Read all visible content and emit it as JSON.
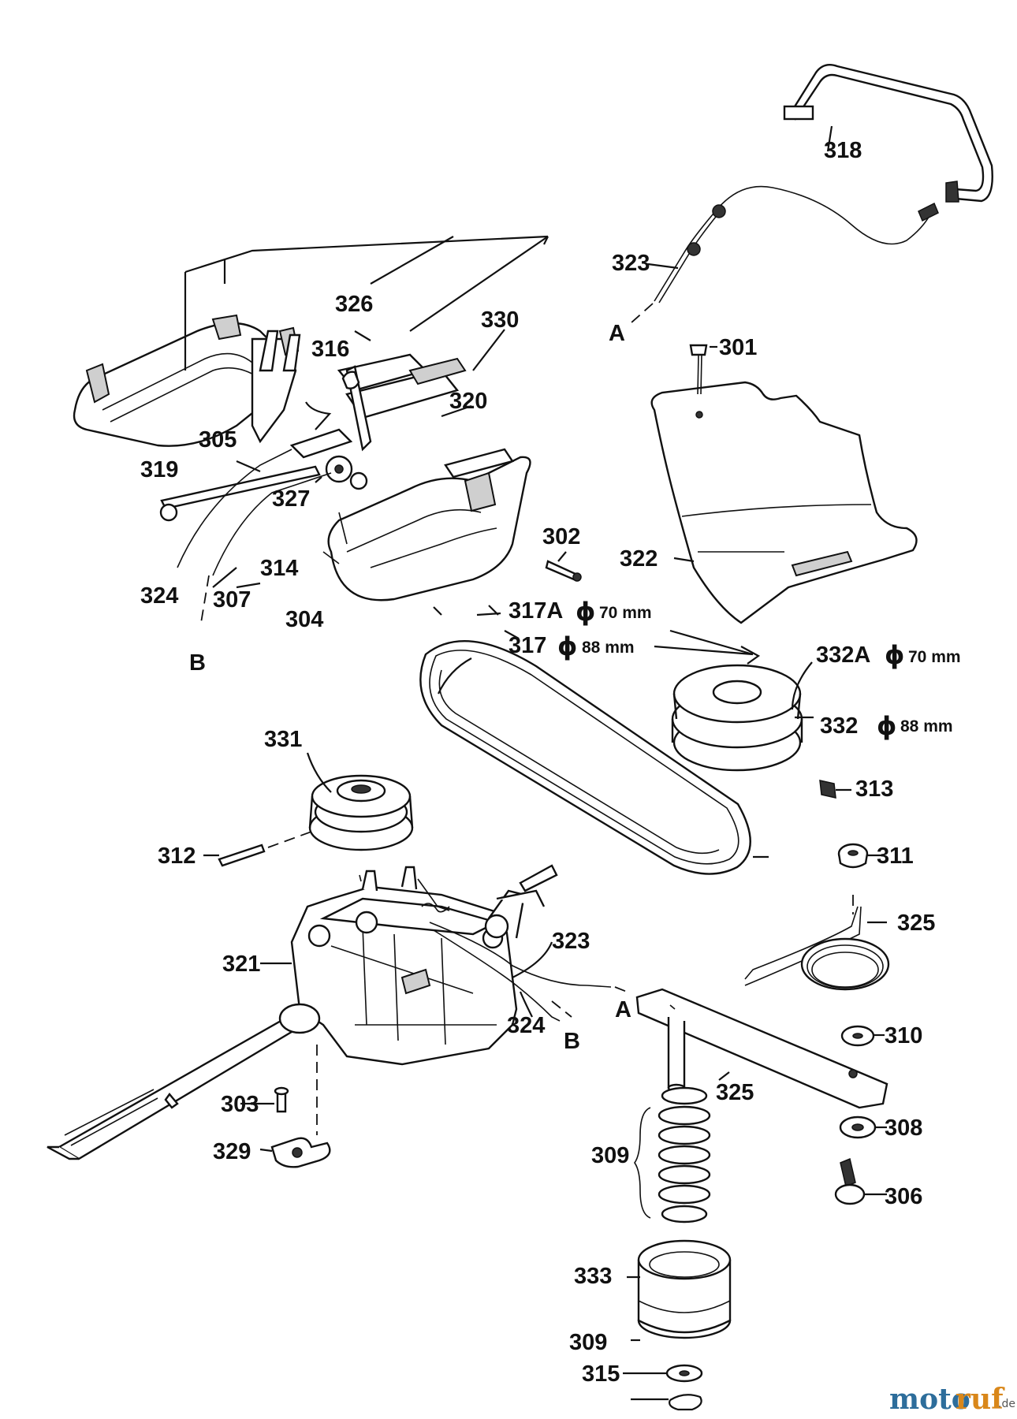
{
  "labels": {
    "p301": "301",
    "p302": "302",
    "p303": "303",
    "p304": "304",
    "p305": "305",
    "p306": "306",
    "p307": "307",
    "p308": "308",
    "p309a": "309",
    "p309b": "309",
    "p310": "310",
    "p311": "311",
    "p312": "312",
    "p313": "313",
    "p314": "314",
    "p315": "315",
    "p316": "316",
    "p317": "317",
    "p317a": "317A",
    "p318": "318",
    "p319": "319",
    "p320": "320",
    "p321": "321",
    "p322": "322",
    "p323a": "323",
    "p323b": "323",
    "p324a": "324",
    "p324b": "324",
    "p325a": "325",
    "p325b": "325",
    "p326": "326",
    "p327": "327",
    "p329": "329",
    "p330": "330",
    "p331": "331",
    "p332": "332",
    "p332a": "332A",
    "p333": "333",
    "refA1": "A",
    "refA2": "A",
    "refB1": "B",
    "refB2": "B"
  },
  "dimensions": {
    "phi": "ϕ",
    "d70": "70 mm",
    "d88": "88 mm"
  },
  "watermark": {
    "part1": "moto",
    "part2": "ruf",
    "suffix": ".de"
  }
}
